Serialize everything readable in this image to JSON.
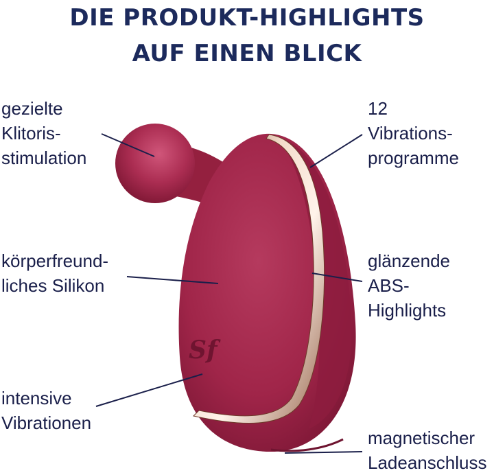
{
  "title": {
    "line1": "DIE PRODUKT-HIGHLIGHTS",
    "line2": "AUF EINEN BLICK"
  },
  "labels": {
    "clit": [
      "gezielte",
      "Klitoris-",
      "stimulation"
    ],
    "programs": [
      "12",
      "Vibrations-",
      "programme"
    ],
    "silicone": [
      "körperfreund-",
      "liches Silikon"
    ],
    "abs": [
      "glänzende",
      "ABS-",
      "Highlights"
    ],
    "vibrations": [
      "intensive",
      "Vibrationen"
    ],
    "charging": [
      "magnetischer",
      "Ladeanschluss"
    ]
  },
  "logo_text": "Sf",
  "colors": {
    "body": "#a3254a",
    "title": "#1c2a5c",
    "text": "#1a1f4a",
    "trim": "#e8c9b4"
  }
}
